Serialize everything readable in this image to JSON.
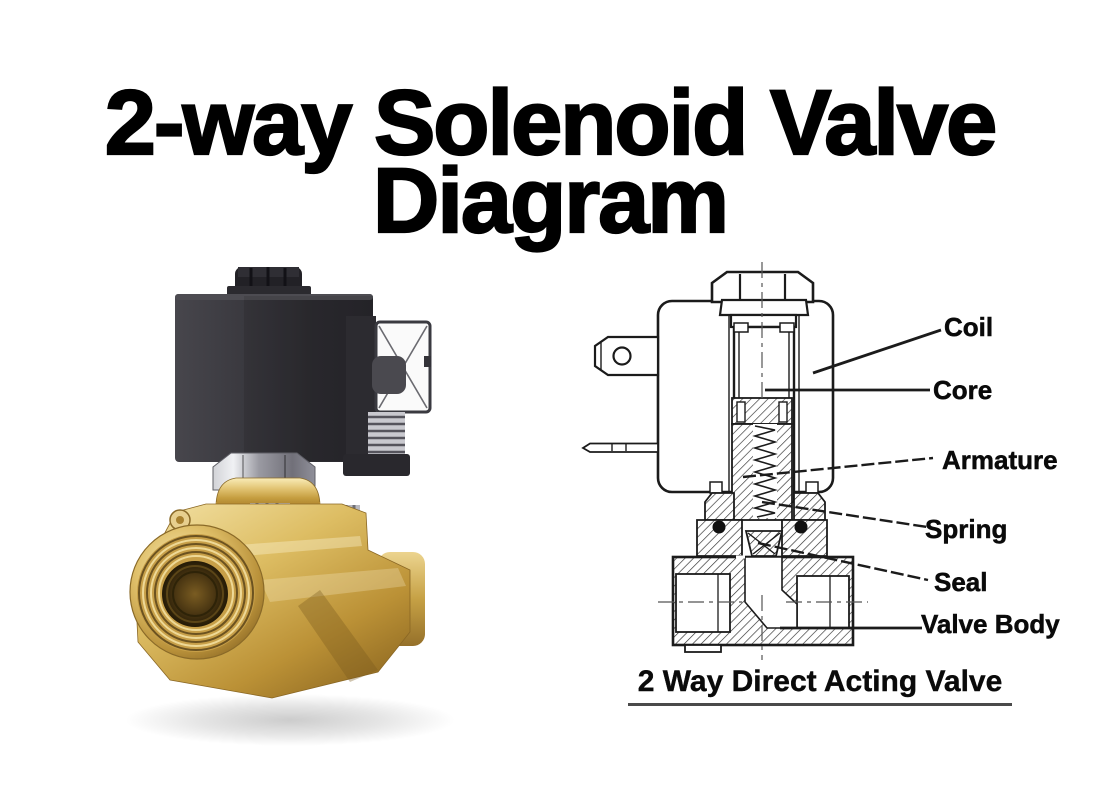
{
  "title": {
    "line1": "2-way Solenoid Valve",
    "line2": "Diagram"
  },
  "diagram": {
    "labels": {
      "coil": "Coil",
      "core": "Core",
      "armature": "Armature",
      "spring": "Spring",
      "seal": "Seal",
      "valve_body": "Valve Body"
    },
    "caption": "2 Way Direct Acting Valve"
  },
  "colors": {
    "background": "#ffffff",
    "line_art": "#1b1b1b",
    "text": "#000000",
    "brass": "#c9a245",
    "brass_highlight": "#f6e9b6",
    "brass_shadow": "#8a6724",
    "coil_black": "#2e2d32",
    "steel": "#c4c4ca"
  }
}
